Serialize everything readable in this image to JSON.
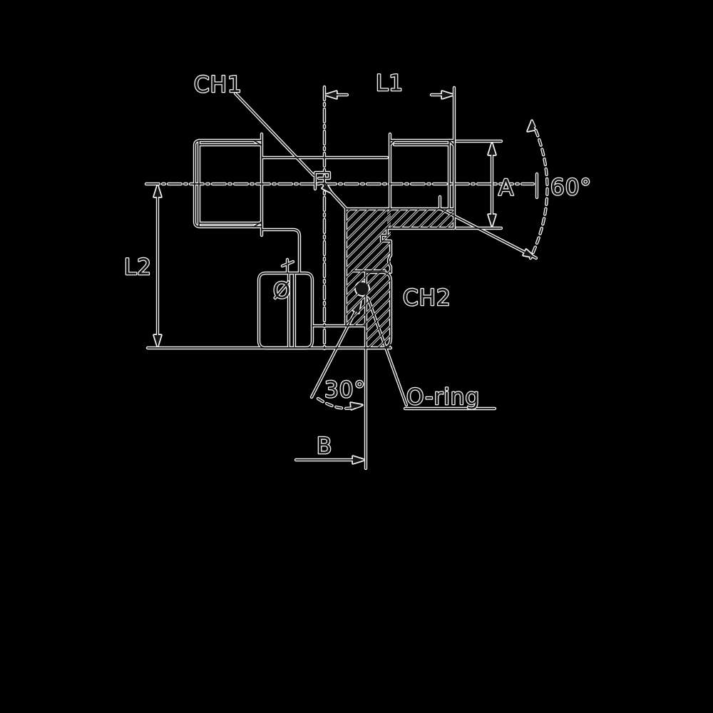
{
  "page": {
    "background": "#000000",
    "ink_color": "#141414",
    "halo_color": "#f2f2f2"
  },
  "figure": {
    "type": "technical-drawing",
    "subject": "Hydraulic tee fitting half-section with dimension annotations",
    "labels": {
      "ch1": "CH1",
      "l1": "L1",
      "angle_60": "60°",
      "a": "A",
      "l2": "L2",
      "diameter": "Ø",
      "ch2": "CH2",
      "o_ring": "O-ring",
      "angle_30": "30°",
      "b": "B"
    }
  }
}
